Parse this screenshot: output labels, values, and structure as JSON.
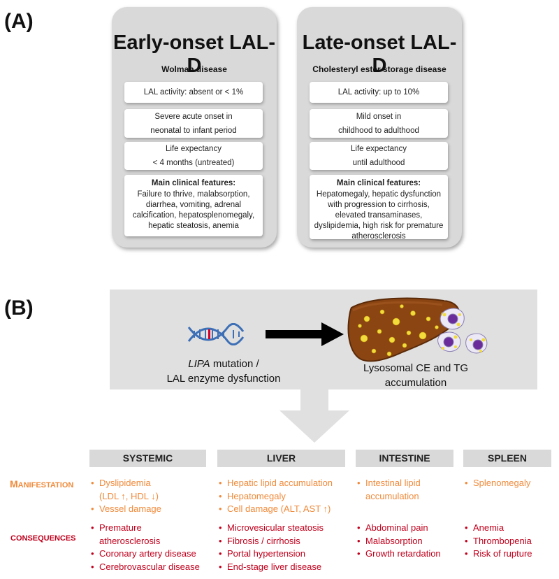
{
  "panel_a_label": "(A)",
  "panel_b_label": "(B)",
  "early": {
    "title": "Early-onset LAL-D",
    "subtitle": "Wolman disease",
    "activity": "LAL activity: absent or < 1%",
    "onset_1": "Severe acute onset in",
    "onset_2": "neonatal to infant period",
    "life_1": "Life expectancy",
    "life_2": "< 4 months (untreated)",
    "features_heading": "Main clinical features:",
    "features_text": "Failure to thrive, malabsorption, diarrhea, vomiting, adrenal calcification, hepatosplenomegaly, hepatic steatosis, anemia"
  },
  "late": {
    "title": "Late-onset LAL-D",
    "subtitle": "Cholesteryl ester storage disease",
    "activity": "LAL activity: up to 10%",
    "onset_1": "Mild onset in",
    "onset_2": "childhood to adulthood",
    "life_1": "Life expectancy",
    "life_2": "until adulthood",
    "features_heading": "Main clinical features:",
    "features_text": "Hepatomegaly, hepatic dysfunction with progression to cirrhosis, elevated transaminases, dyslipidemia, high risk for premature atherosclerosis"
  },
  "pathway": {
    "left_italic": "LIPA",
    "left_line1_rest": " mutation /",
    "left_line2": "LAL enzyme dysfunction",
    "right_line1": "Lysosomal CE and TG",
    "right_line2": "accumulation"
  },
  "row_labels": {
    "manifestation_first": "M",
    "manifestation_rest": "ANIFESTATION",
    "consequences": "CONSEQUENCES"
  },
  "columns": [
    {
      "header": "SYSTEMIC",
      "manifestation": [
        "Dyslipidemia",
        "(LDL ↑, HDL ↓)",
        "Vessel damage"
      ],
      "consequences": [
        "Premature",
        "atherosclerosis",
        "Coronary artery disease",
        "Cerebrovascular disease"
      ]
    },
    {
      "header": "LIVER",
      "manifestation": [
        "Hepatic lipid accumulation",
        "Hepatomegaly",
        "Cell damage (ALT, AST ↑)"
      ],
      "consequences": [
        "Microvesicular steatosis",
        "Fibrosis / cirrhosis",
        "Portal hypertension",
        "End-stage liver disease"
      ]
    },
    {
      "header": "INTESTINE",
      "manifestation": [
        "Intestinal lipid",
        "accumulation"
      ],
      "consequences": [
        "Abdominal pain",
        "Malabsorption",
        "Growth retardation"
      ]
    },
    {
      "header": "SPLEEN",
      "manifestation": [
        "Splenomegaly"
      ],
      "consequences": [
        "Anemia",
        "Thrombopenia",
        "Risk of rupture"
      ]
    }
  ],
  "colors": {
    "manifestation": "#f08a3a",
    "consequences": "#c0001c",
    "card": "#d9d9d9",
    "liver": "#8b4513"
  }
}
